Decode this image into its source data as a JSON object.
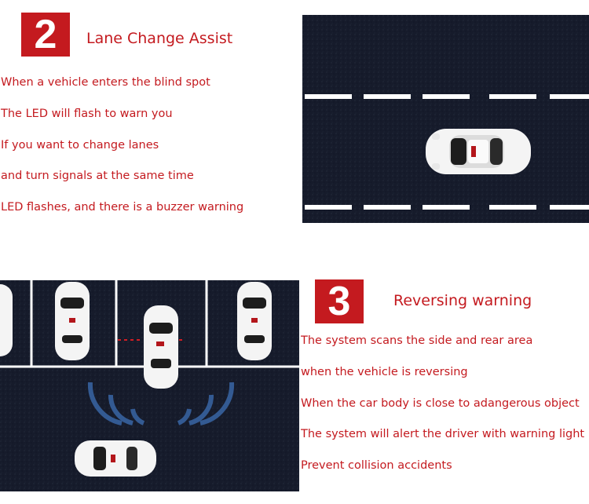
{
  "colors": {
    "accent": "#c41a1f",
    "asphalt": "#151a2a",
    "lane_marking": "#ffffff"
  },
  "section_lane": {
    "number": "2",
    "title": "Lane Change Assist",
    "lines": [
      "When a vehicle enters the blind spot",
      "The LED will flash to warn you",
      "If you want to change lanes",
      "and turn signals at the same time",
      "LED flashes, and there is a buzzer warning"
    ]
  },
  "section_reverse": {
    "number": "3",
    "title": "Reversing warning",
    "lines": [
      "The system scans the side and rear area",
      "when the vehicle is reversing",
      "When the car body is close to adangerous object",
      "The system will alert the driver with warning light",
      "Prevent collision accidents"
    ]
  }
}
